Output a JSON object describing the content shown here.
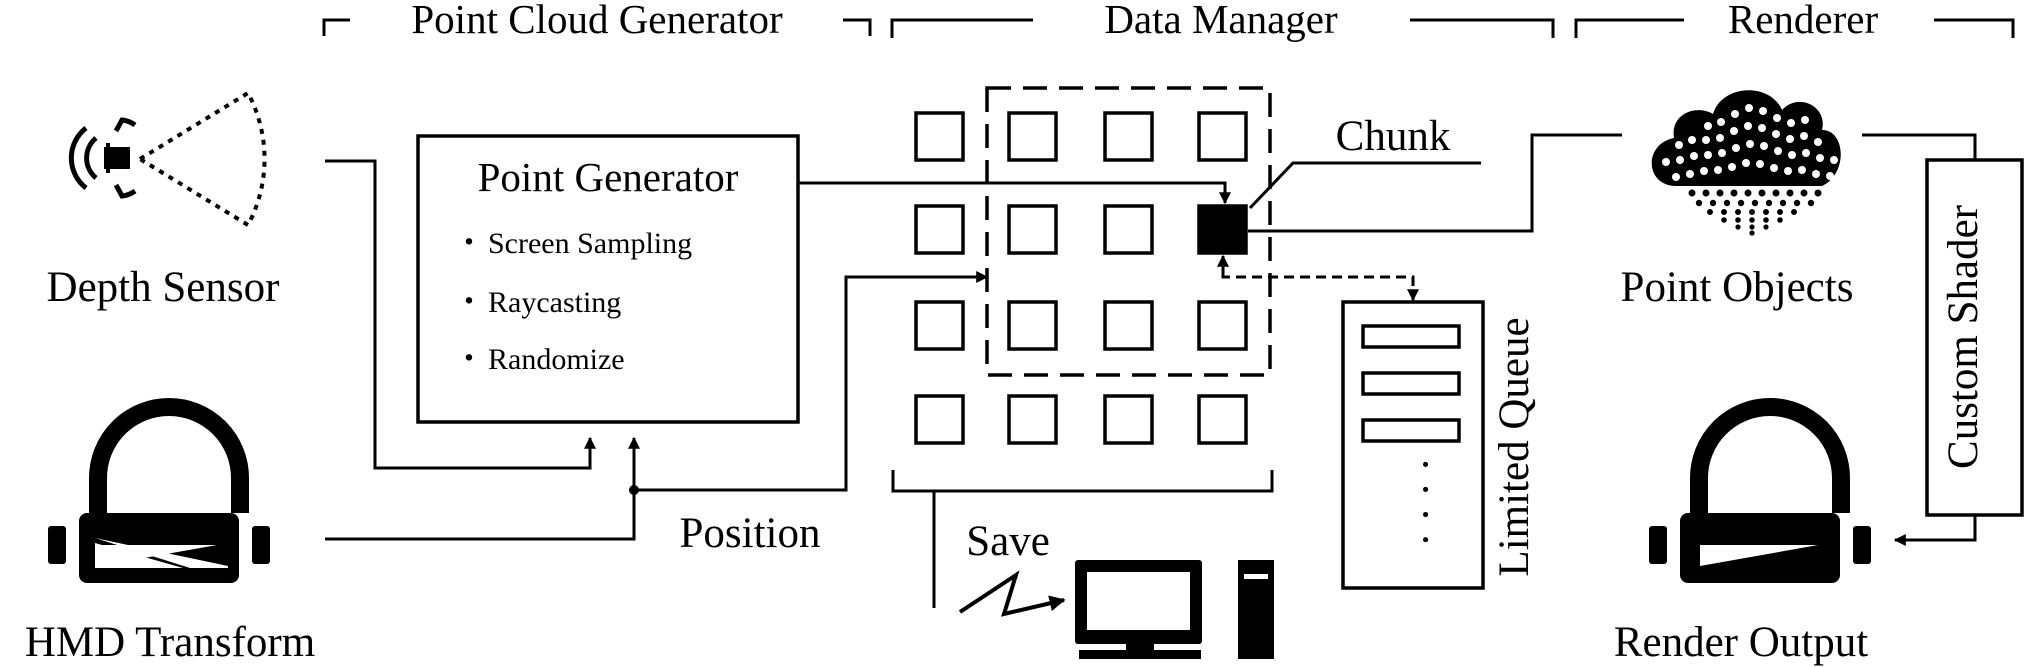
{
  "sections": {
    "point_cloud_generator": "Point Cloud Generator",
    "data_manager": "Data Manager",
    "renderer": "Renderer"
  },
  "inputs": {
    "depth_sensor": "Depth Sensor",
    "hmd_transform": "HMD Transform"
  },
  "point_generator": {
    "title": "Point Generator",
    "items": [
      "Screen Sampling",
      "Raycasting",
      "Randomize"
    ],
    "bullet": "・"
  },
  "labels": {
    "position": "Position",
    "chunk": "Chunk",
    "save": "Save",
    "limited_queue": "Limited Queue",
    "queue_ellipsis": "· · · ·",
    "point_objects": "Point Objects",
    "custom_shader": "Custom Shader",
    "render_output": "Render Output"
  },
  "icons": {
    "depth_sensor": "depth-sensor-icon",
    "hmd": "vr-headset-icon",
    "point_cloud": "point-cloud-icon",
    "computer": "computer-icon",
    "lightning": "lightning-bolt-icon"
  },
  "colors": {
    "stroke": "#000000",
    "background": "#ffffff"
  }
}
